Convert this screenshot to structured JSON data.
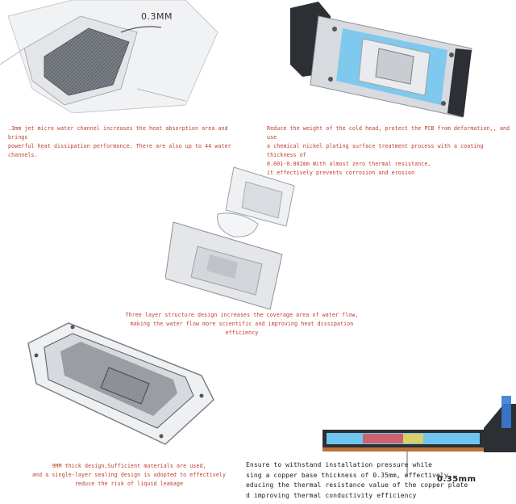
{
  "panels": [
    {
      "id": "micro-channel",
      "label": "0.3MM",
      "caption": ".3mm jet micro water channel increases the heat absorption area and brings\npowerful heat dissipation performance. There are also up to 44 water channels."
    },
    {
      "id": "cold-head",
      "caption": "Reduce the weight of the cold head, protect the PCB from deformation,, and use\na chemical nickel plating surface treatment process with a coating thickness of\n0.001-0.002mm  With almost zero thermal resistance,\nit effectively prevents corrosion and erosion"
    },
    {
      "id": "three-layer",
      "caption": "Three layer structure design increases the coverage area of water flow,\nmaking the water flow more scientific and improving heat dissipation efficiency"
    },
    {
      "id": "sealing",
      "caption": "9MM thick design,Sufficient materials are used,\nand a single-layer sealing design is adopted to effectively\nreduce the risk of liquid leakage"
    },
    {
      "id": "copper-base",
      "label": "0.35mm",
      "caption": "Ensure to withstand installation pressure while\nsing a copper base thickness of 0.35mm, effectively\neducing the thermal resistance value of the copper plate\nd improving thermal conductivity efficiency"
    }
  ],
  "colors": {
    "caption": "#c0392b",
    "accent_blue": "#6ec6f0",
    "metal": "#c9ccd1",
    "dark_metal": "#2c2f33"
  }
}
